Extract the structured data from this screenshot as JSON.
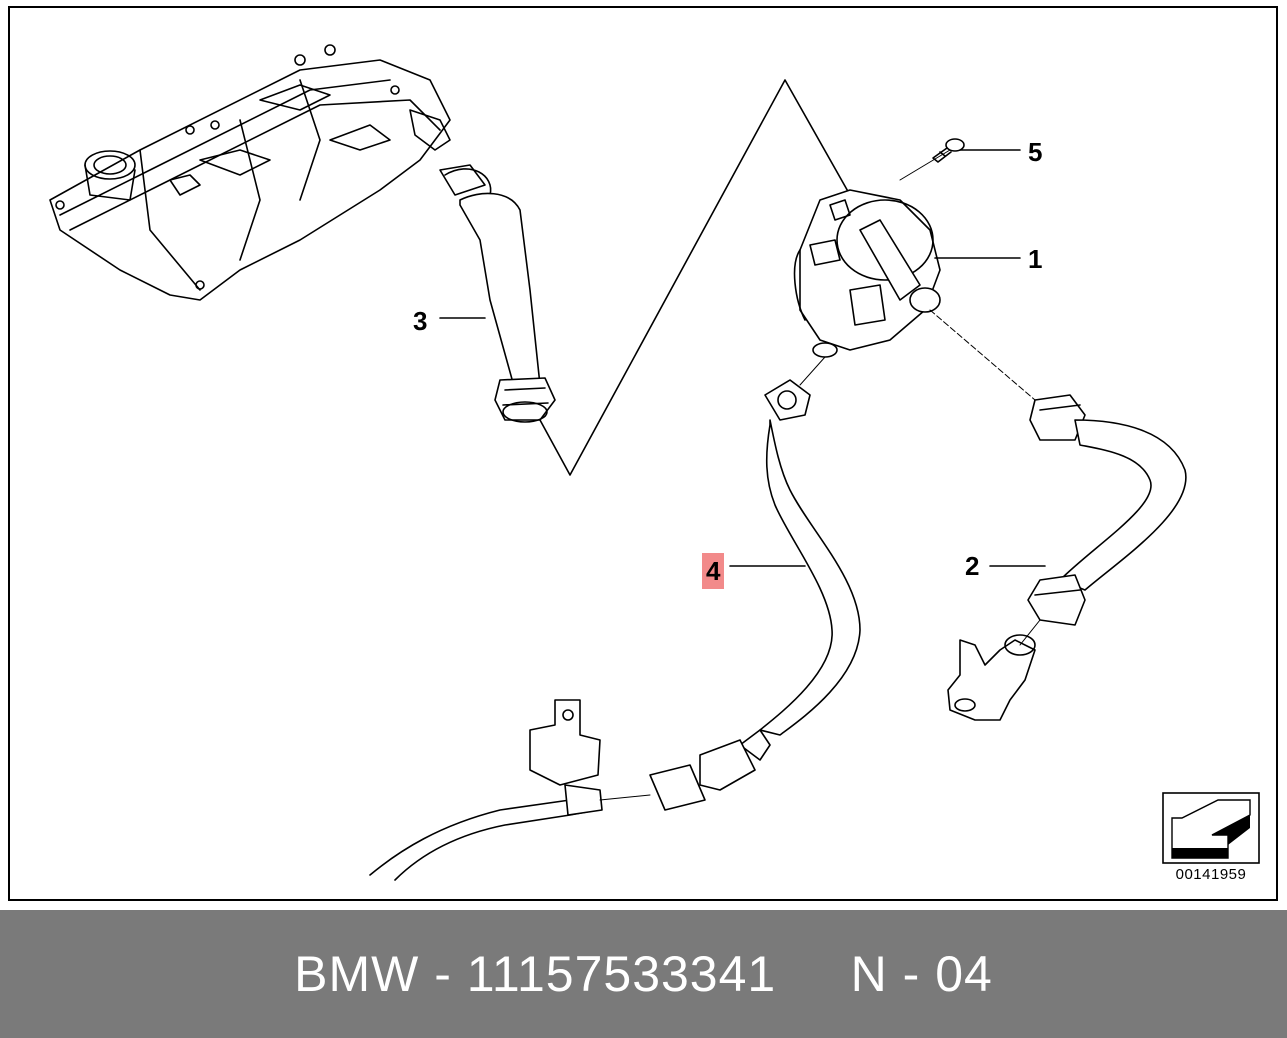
{
  "callouts": [
    {
      "id": "1",
      "label": "1",
      "highlighted": false
    },
    {
      "id": "2",
      "label": "2",
      "highlighted": false
    },
    {
      "id": "3",
      "label": "3",
      "highlighted": false
    },
    {
      "id": "4",
      "label": "4",
      "highlighted": true
    },
    {
      "id": "5",
      "label": "5",
      "highlighted": false
    }
  ],
  "reference_code": "00141959",
  "footer": {
    "text": "BMW - 11157533341     N - 04"
  },
  "colors": {
    "highlight": "#f28a8a",
    "footer_bg": "#7a7a7a",
    "footer_text": "#ffffff",
    "line": "#000000"
  },
  "icons": {
    "direction": "arrow-direction-icon"
  }
}
